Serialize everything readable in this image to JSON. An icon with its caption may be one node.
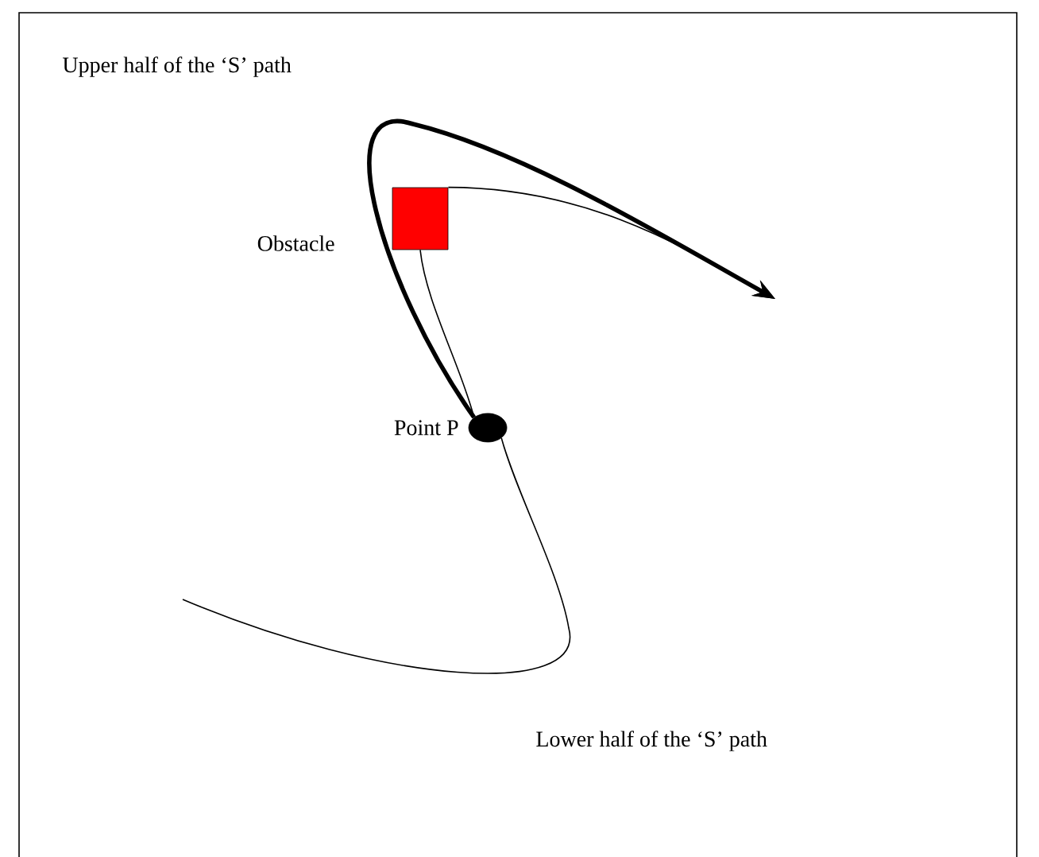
{
  "diagram": {
    "nodes": [
      {
        "text": [],
        "shape": "box",
        "beside": [
          "Obstacle"
        ]
      },
      {
        "text": [],
        "shape": "circle",
        "beside": [
          "Point P"
        ]
      }
    ],
    "edges": [
      {
        "from": null,
        "to": 1,
        "arrow": "none"
      },
      {
        "from": 1,
        "to": null,
        "arrow": "to",
        "style": "thick"
      },
      {
        "from": 1,
        "to": 0,
        "arrow": "none"
      },
      {
        "from": 0,
        "to": null,
        "arrow": "to"
      }
    ],
    "labels": [
      "Upper half of the ‘S’ path",
      "Lower half of the ‘S’ path"
    ]
  }
}
